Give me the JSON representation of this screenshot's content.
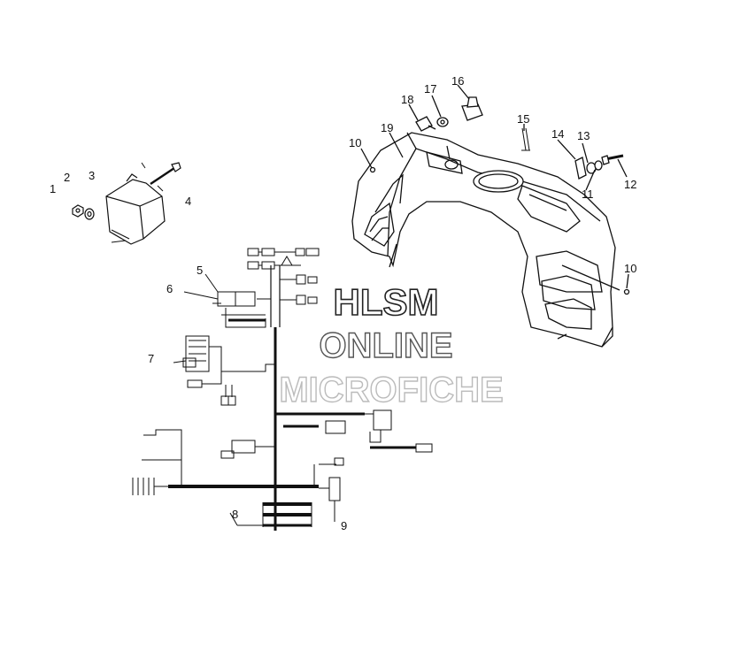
{
  "callouts": [
    {
      "id": "1",
      "label": "1"
    },
    {
      "id": "2",
      "label": "2"
    },
    {
      "id": "3",
      "label": "3"
    },
    {
      "id": "4",
      "label": "4"
    },
    {
      "id": "5",
      "label": "5"
    },
    {
      "id": "6",
      "label": "6"
    },
    {
      "id": "7",
      "label": "7"
    },
    {
      "id": "8",
      "label": "8"
    },
    {
      "id": "9",
      "label": "9"
    },
    {
      "id": "10a",
      "label": "10"
    },
    {
      "id": "10b",
      "label": "10"
    },
    {
      "id": "11",
      "label": "11"
    },
    {
      "id": "12",
      "label": "12"
    },
    {
      "id": "13",
      "label": "13"
    },
    {
      "id": "14",
      "label": "14"
    },
    {
      "id": "15",
      "label": "15"
    },
    {
      "id": "16",
      "label": "16"
    },
    {
      "id": "17",
      "label": "17"
    },
    {
      "id": "18",
      "label": "18"
    },
    {
      "id": "19",
      "label": "19"
    }
  ],
  "watermark": {
    "line1": "HLSM",
    "line2": "ONLINE",
    "line3": "MICROFICHE"
  },
  "colors": {
    "ink": "#111111",
    "watermark_fill": "#ffffff",
    "watermark_stroke": "#222222",
    "watermark_faint": "#bbbbbb"
  }
}
